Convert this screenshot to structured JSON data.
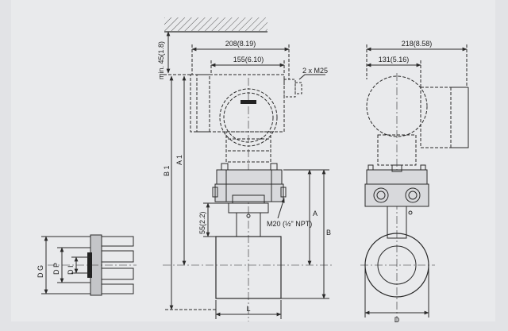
{
  "dimensions": {
    "width_208": "208(8.19)",
    "width_155": "155(6.10)",
    "min_45": "min. 45(1.8)",
    "entry_2xm25": "2 x M25",
    "width_218": "218(8.58)",
    "width_131": "131(5.16)",
    "dim_a1": "A 1",
    "dim_b1": "B 1",
    "dim_55": "55(2.2)",
    "m20_npt": "M20 (½\" NPT)",
    "dim_a": "A",
    "dim_b": "B",
    "dim_l": "L",
    "dim_d": "D",
    "dim_dg": "D G",
    "dim_dp": "D P",
    "dim_di": "D I"
  },
  "colors": {
    "line": "#2a2a2a",
    "background": "#e9eaec",
    "part_fill": "#d8d9dc"
  }
}
